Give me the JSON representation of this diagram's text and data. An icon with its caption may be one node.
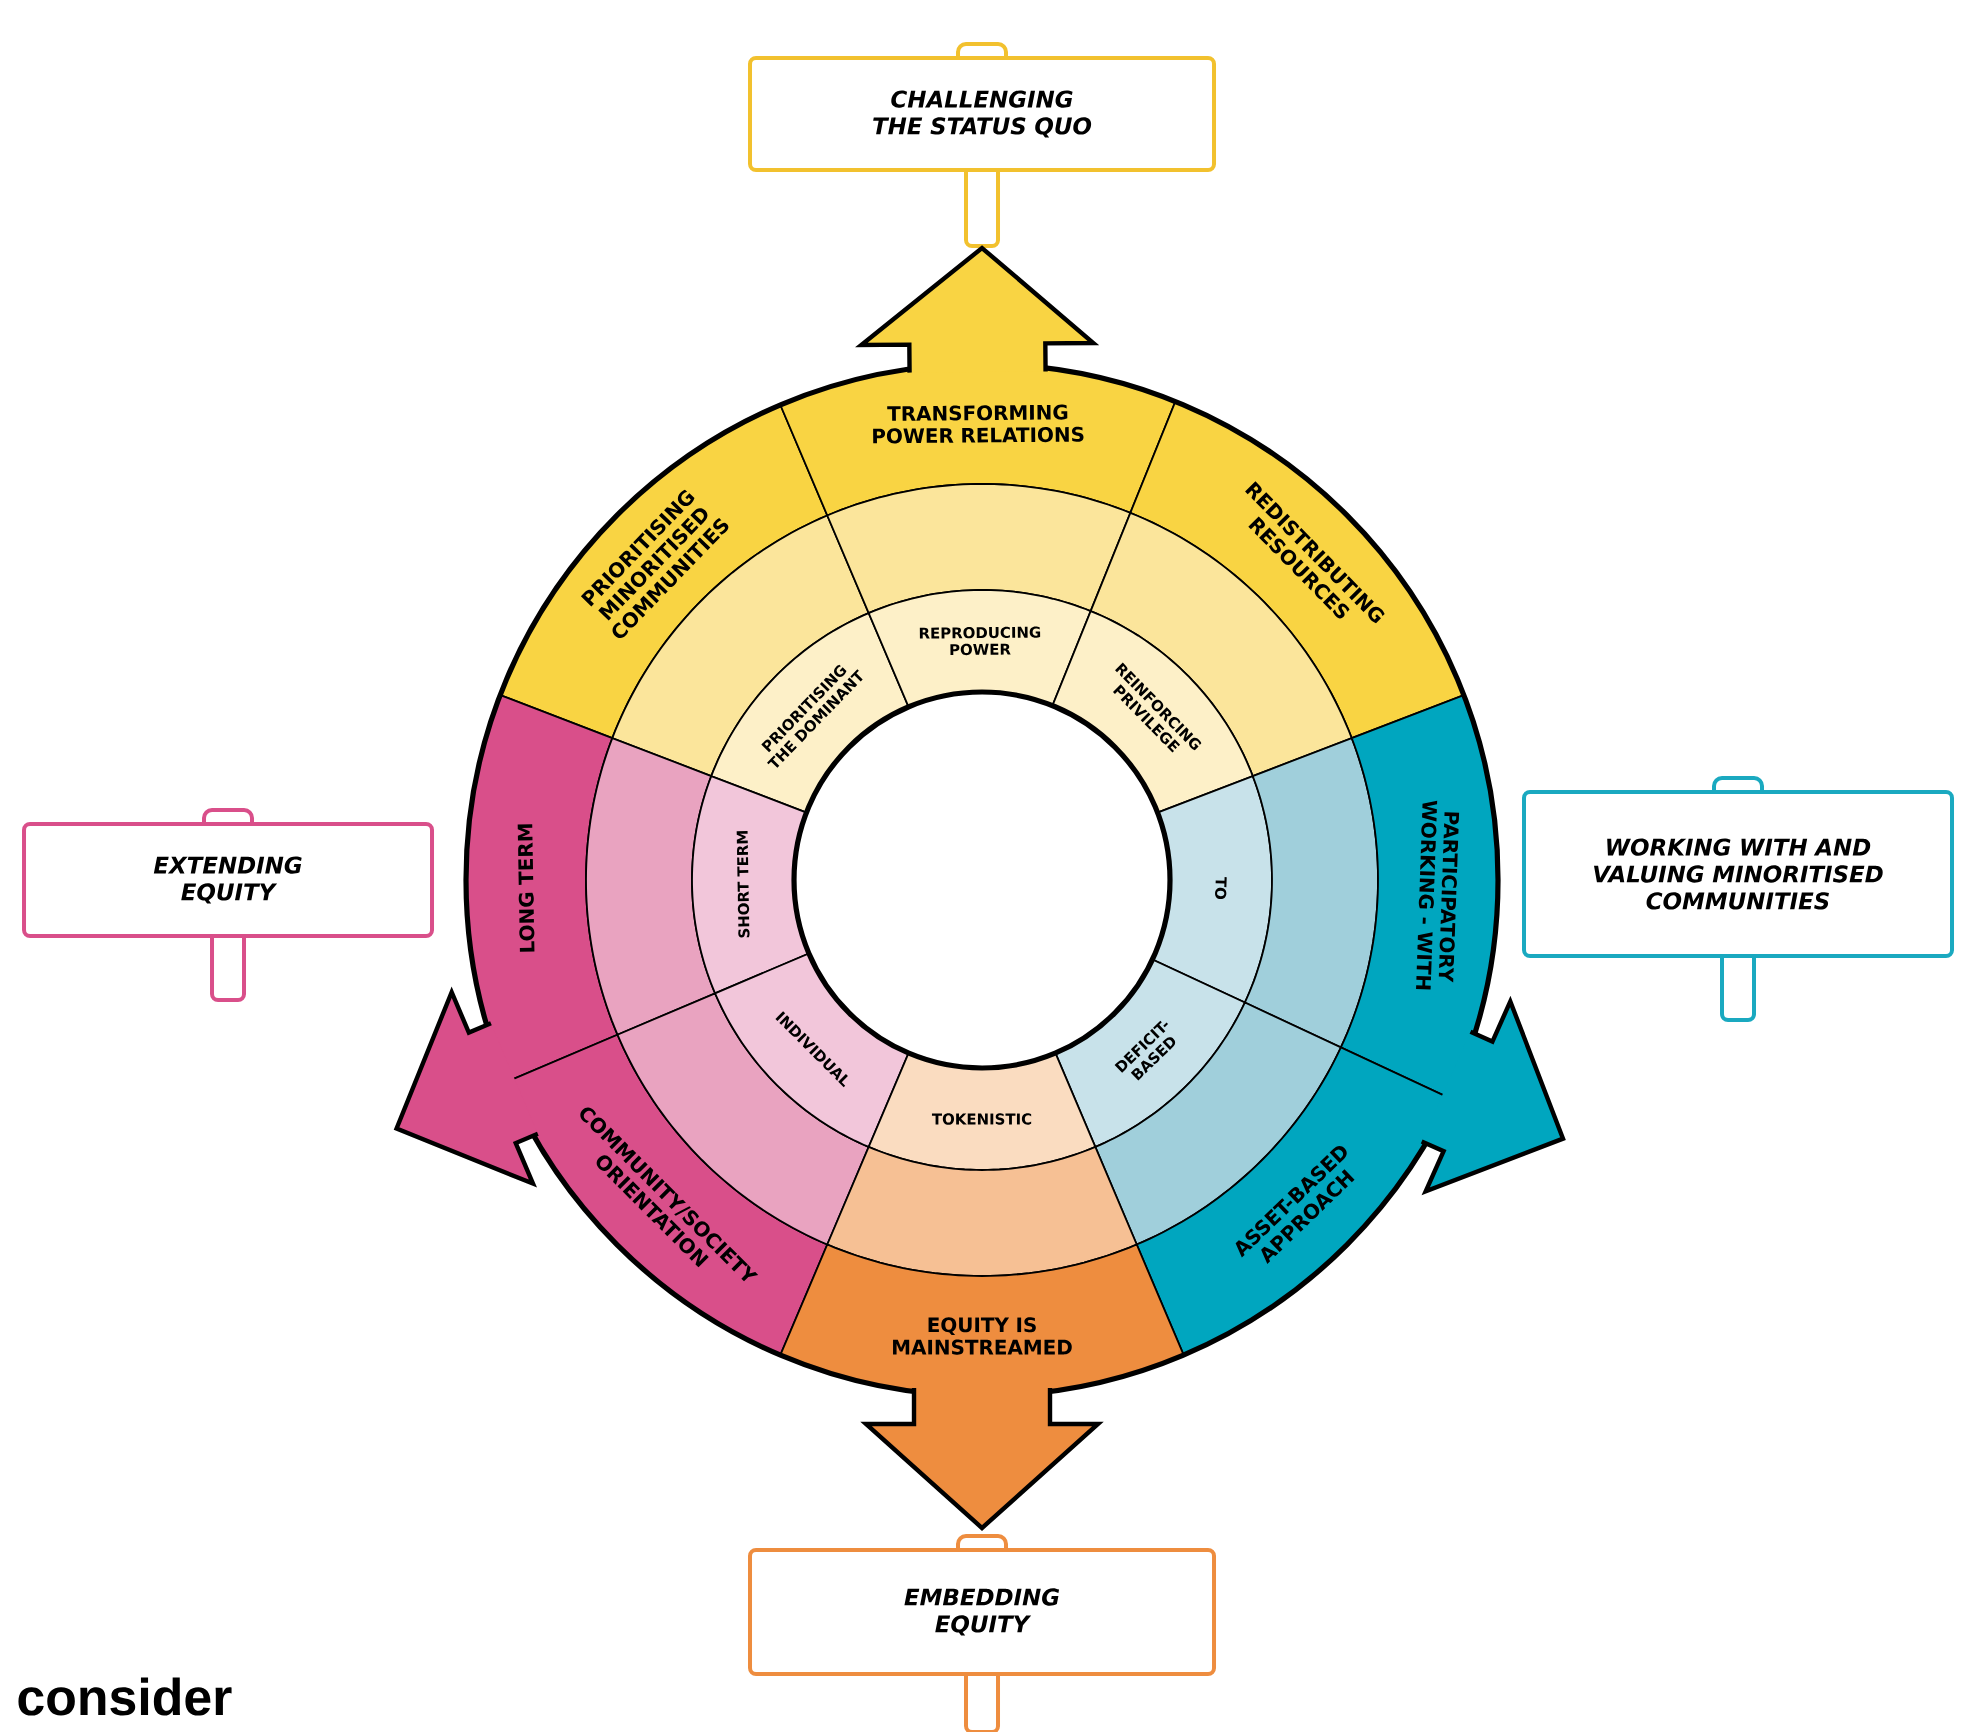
{
  "diagram": {
    "nodes": [
      {
        "text": [
          "CHALLENGING THE STATUS QUO"
        ]
      },
      {
        "text": [
          "PRIORITISING MINORITISED COMMUNITIES"
        ]
      },
      {
        "text": [
          "TRANSFORMING POWER RELATIONS"
        ]
      },
      {
        "text": [
          "REDISTRIBUTING RESOURCES"
        ]
      },
      {
        "text": [],
        "shape": "band"
      },
      {
        "text": [],
        "shape": "band"
      },
      {
        "text": [],
        "shape": "band"
      },
      {
        "text": [
          "PRIORITISING THE DOMINANT"
        ]
      },
      {
        "text": [
          "REPRODUCING POWER"
        ]
      },
      {
        "text": [
          "REINFORCING PRIVILEGE"
        ]
      },
      {
        "text": [
          "EXTENDING EQUITY"
        ]
      },
      {
        "text": [
          "LONG TERM"
        ]
      },
      {
        "text": [],
        "shape": "band"
      },
      {
        "text": [
          "SHORT TERM"
        ]
      },
      {
        "text": [
          "TO"
        ]
      },
      {
        "text": [],
        "shape": "band"
      },
      {
        "text": [
          "PARTICIPATORY WORKING - WITH"
        ]
      },
      {
        "text": [
          "WORKING WITH AND VALUING MINORITISED COMMUNITIES"
        ]
      },
      {
        "text": [
          "COMMUNITY/SOCIETY ORIENTATION"
        ]
      },
      {
        "text": [],
        "shape": "band"
      },
      {
        "text": [
          "INDIVIDUAL"
        ]
      },
      {
        "text": [
          "DEFICIT-BASED"
        ]
      },
      {
        "text": [],
        "shape": "band"
      },
      {
        "text": [
          "ASSET-BASED APPROACH"
        ]
      },
      {
        "text": [
          "TOKENISTIC"
        ]
      },
      {
        "text": [],
        "shape": "band"
      },
      {
        "text": [
          "EQUITY IS MAINSTREAMED"
        ]
      },
      {
        "text": [
          "EMBEDDING EQUITY"
        ]
      }
    ],
    "edges": [
      {
        "from": 2,
        "to": 0,
        "arrow": "to",
        "color": "#f9d443"
      },
      {
        "from": 18,
        "to": null,
        "arrow": "to",
        "color": "#d94f8a"
      },
      {
        "from": 23,
        "to": null,
        "arrow": "to",
        "color": "#00a6bf"
      },
      {
        "from": 26,
        "to": 27,
        "arrow": "to",
        "color": "#ee8d3f"
      }
    ],
    "labels": [
      "consider"
    ]
  }
}
